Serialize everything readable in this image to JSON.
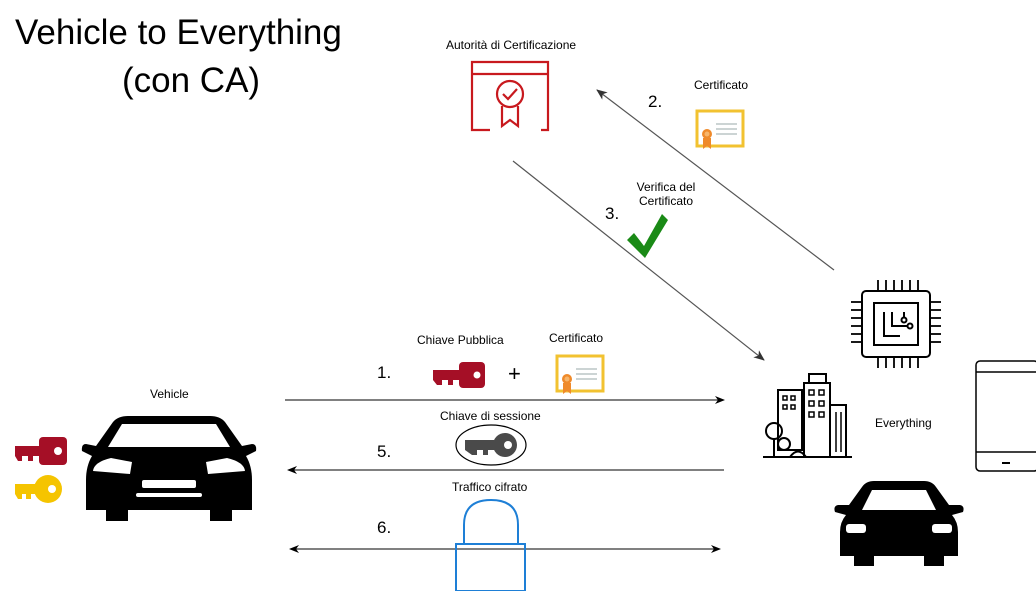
{
  "title": {
    "line1": "Vehicle to Everything",
    "line2": "(con CA)"
  },
  "nodes": {
    "ca": "Autorità di Certificazione",
    "vehicle": "Vehicle",
    "everything": "Everything"
  },
  "labels": {
    "certificate_top": "Certificato",
    "verify": "Verifica del\nCertificato",
    "public_key": "Chiave Pubblica",
    "certificate_mid": "Certificato",
    "plus": "+",
    "session_key": "Chiave di sessione",
    "encrypted_traffic": "Traffico cifrato"
  },
  "steps": {
    "s1": "1.",
    "s2": "2.",
    "s3": "3.",
    "s5": "5.",
    "s6": "6."
  },
  "colors": {
    "ca_red": "#c8191e",
    "key_red": "#a50f26",
    "key_yellow": "#f5c400",
    "cert_gold": "#f2c230",
    "cert_ribbon": "#ef8a2a",
    "check_green": "#1a8a16",
    "lock_blue": "#1e7fd6"
  },
  "icons": [
    "certificate-authority-icon",
    "certificate-icon",
    "checkmark-icon",
    "chip-icon",
    "smartphone-icon",
    "city-buildings-icon",
    "car-front-icon",
    "red-key-icon",
    "yellow-key-icon",
    "session-key-icon",
    "padlock-icon"
  ]
}
